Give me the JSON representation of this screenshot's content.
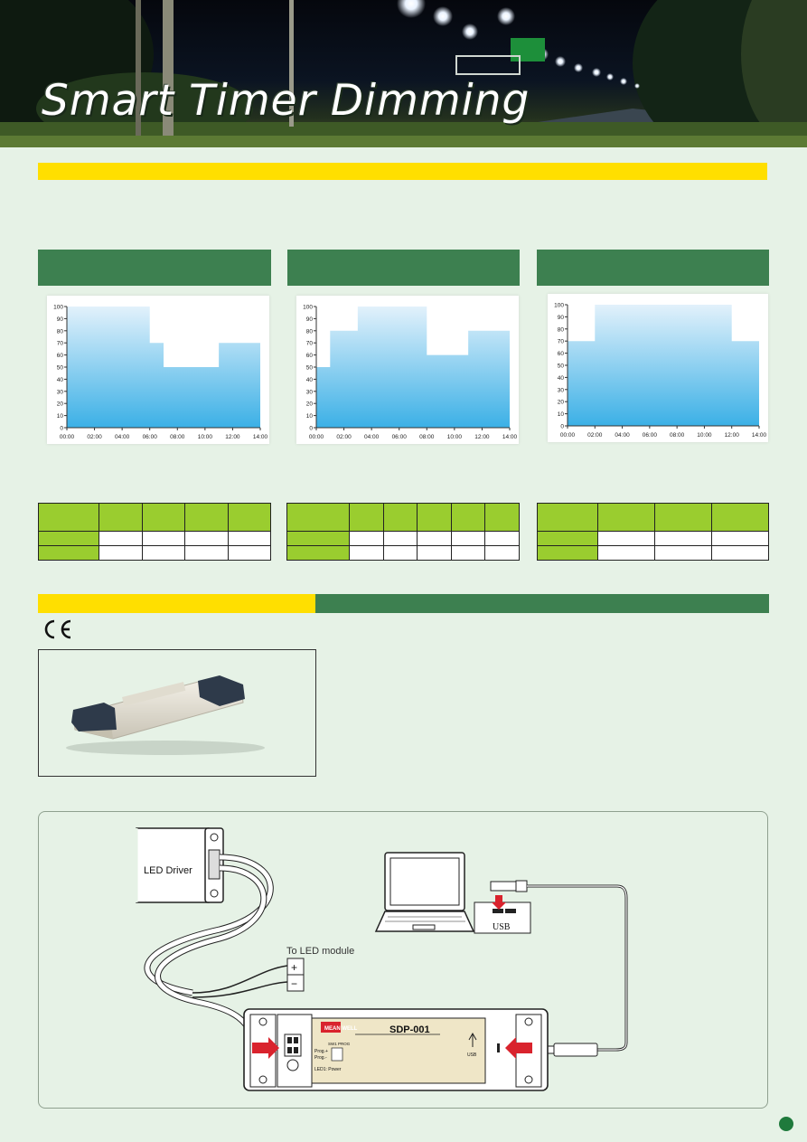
{
  "banner": {
    "title": "Smart Timer Dimming"
  },
  "charts": {
    "y_ticks": [
      "100",
      "90",
      "80",
      "70",
      "60",
      "50",
      "40",
      "30",
      "20",
      "10",
      "0"
    ],
    "x_ticks": [
      "00:00",
      "02:00",
      "04:00",
      "06:00",
      "08:00",
      "10:00",
      "12:00",
      "14:00"
    ]
  },
  "chart_data": [
    {
      "type": "area",
      "x": [
        "00:00",
        "02:00",
        "04:00",
        "06:00",
        "08:00",
        "10:00",
        "12:00",
        "14:00"
      ],
      "ylim": [
        0,
        100
      ],
      "steps": [
        {
          "from": "00:00",
          "to": "06:00",
          "value": 100
        },
        {
          "from": "06:00",
          "to": "07:00",
          "value": 70
        },
        {
          "from": "07:00",
          "to": "11:00",
          "value": 50
        },
        {
          "from": "11:00",
          "to": "12:00",
          "value": 70
        },
        {
          "from": "12:00",
          "to": "14:00",
          "value": 70
        }
      ]
    },
    {
      "type": "area",
      "x": [
        "00:00",
        "02:00",
        "04:00",
        "06:00",
        "08:00",
        "10:00",
        "12:00",
        "14:00"
      ],
      "ylim": [
        0,
        100
      ],
      "steps": [
        {
          "from": "00:00",
          "to": "01:00",
          "value": 50
        },
        {
          "from": "01:00",
          "to": "03:00",
          "value": 80
        },
        {
          "from": "03:00",
          "to": "08:00",
          "value": 100
        },
        {
          "from": "08:00",
          "to": "11:00",
          "value": 60
        },
        {
          "from": "11:00",
          "to": "14:00",
          "value": 80
        }
      ]
    },
    {
      "type": "area",
      "x": [
        "00:00",
        "02:00",
        "04:00",
        "06:00",
        "08:00",
        "10:00",
        "12:00",
        "14:00"
      ],
      "ylim": [
        0,
        100
      ],
      "steps": [
        {
          "from": "00:00",
          "to": "02:00",
          "value": 70
        },
        {
          "from": "02:00",
          "to": "12:00",
          "value": 100
        },
        {
          "from": "12:00",
          "to": "14:00",
          "value": 70
        }
      ]
    }
  ],
  "diagram": {
    "led_driver": "LED Driver",
    "to_led_module": "To LED module",
    "plus": "+",
    "minus": "−",
    "usb": "USB",
    "model": "SDP-001",
    "brand": "MEAN WELL",
    "prog_plus": "Prog.+",
    "prog_minus": "Prog.-",
    "led1": "LED1: Power",
    "usb_small": "USB",
    "sw_label": "SW1 PROG"
  },
  "colors": {
    "accent_green": "#3d8050",
    "lime": "#9acd2f",
    "yellow": "#ffdf00",
    "page_bg": "#e6f2e6"
  }
}
